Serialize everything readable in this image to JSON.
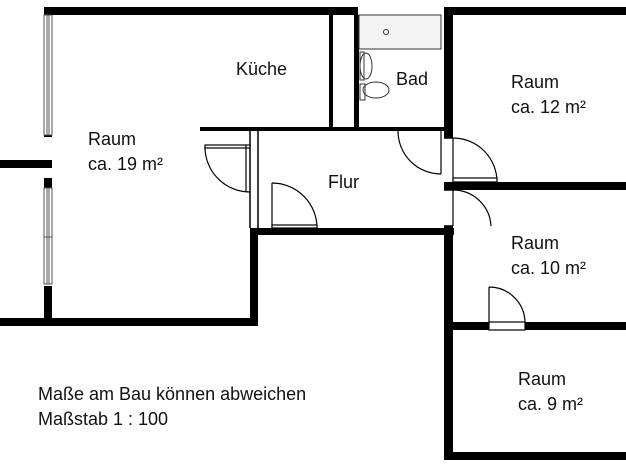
{
  "plan": {
    "wall_color": "#000000",
    "window_color": "#777777",
    "background": "#ffffff",
    "rooms": {
      "kueche": {
        "name": "Küche"
      },
      "bad": {
        "name": "Bad"
      },
      "flur": {
        "name": "Flur"
      },
      "raum_19": {
        "name": "Raum",
        "area": "ca. 19 m²"
      },
      "raum_12": {
        "name": "Raum",
        "area": "ca. 12 m²"
      },
      "raum_10": {
        "name": "Raum",
        "area": "ca. 10 m²"
      },
      "raum_9": {
        "name": "Raum",
        "area": "ca. 9 m²"
      }
    },
    "notes": {
      "disclaimer": "Maße am Bau können abweichen",
      "scale": "Maßstab 1 : 100"
    }
  }
}
